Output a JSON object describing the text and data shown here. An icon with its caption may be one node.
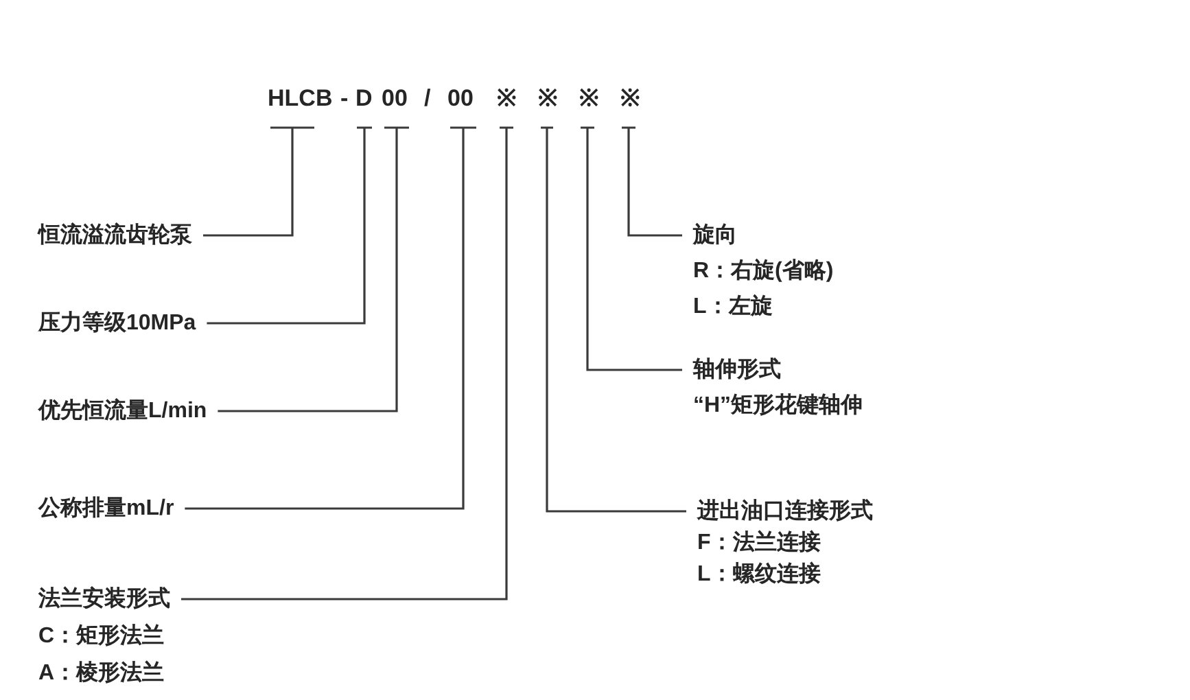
{
  "diagram": {
    "nodes": [
      {
        "text": [
          "HLCB"
        ]
      },
      {
        "text": [
          "D"
        ]
      },
      {
        "text": [
          "00"
        ]
      },
      {
        "text": [
          "00"
        ]
      },
      {
        "text": [
          "※"
        ]
      },
      {
        "text": [
          "※"
        ]
      },
      {
        "text": [
          "※"
        ]
      },
      {
        "text": [
          "※"
        ]
      },
      {
        "text": [
          "恒流溢流齿轮泵"
        ]
      },
      {
        "text": [
          "压力等级10MPa"
        ]
      },
      {
        "text": [
          "优先恒流量L/min"
        ]
      },
      {
        "text": [
          "公称排量mL/r"
        ]
      },
      {
        "text": [
          "法兰安装形式",
          "C：矩形法兰",
          "A：棱形法兰"
        ]
      },
      {
        "text": [
          "旋向",
          "R：右旋(省略)",
          "L：左旋"
        ]
      },
      {
        "text": [
          "轴伸形式",
          "“H”矩形花键轴伸"
        ]
      },
      {
        "text": [
          "进出油口连接形式",
          "F：法兰连接",
          "L：螺纹连接"
        ]
      }
    ],
    "edges": [
      {
        "from": 8,
        "to": 0,
        "arrow": "none"
      },
      {
        "from": 9,
        "to": 1,
        "arrow": "none"
      },
      {
        "from": 10,
        "to": 2,
        "arrow": "none"
      },
      {
        "from": 11,
        "to": 3,
        "arrow": "none"
      },
      {
        "from": 12,
        "to": 4,
        "arrow": "none"
      },
      {
        "from": 15,
        "to": 5,
        "arrow": "none"
      },
      {
        "from": 14,
        "to": 6,
        "arrow": "none"
      },
      {
        "from": 13,
        "to": 7,
        "arrow": "none"
      }
    ],
    "labels": [
      "-",
      "/"
    ]
  }
}
